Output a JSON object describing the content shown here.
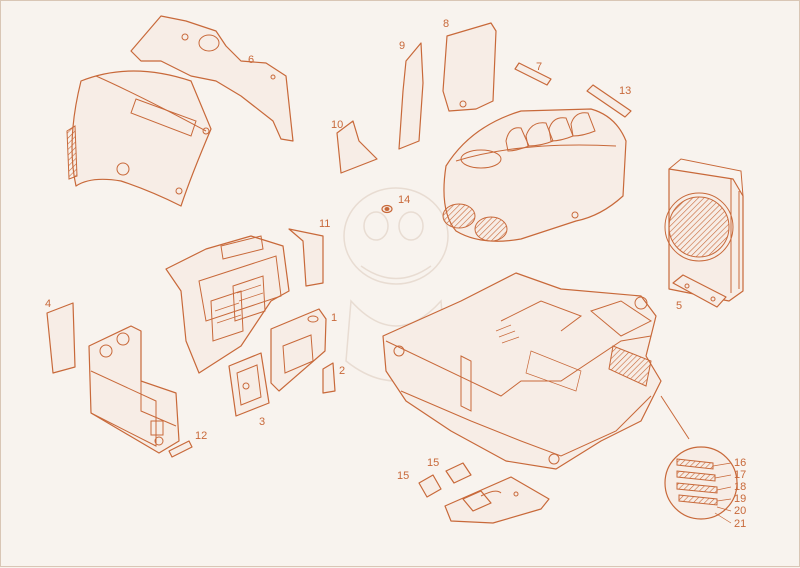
{
  "labels": {
    "p1": "1",
    "p2": "2",
    "p3": "3",
    "p4": "4",
    "p5": "5",
    "p6": "6",
    "p7": "7",
    "p8": "8",
    "p9": "9",
    "p10": "10",
    "p11": "11",
    "p12": "12",
    "p13": "13",
    "p14": "14",
    "p15a": "15",
    "p15b": "15",
    "p16": "16",
    "p17": "17",
    "p18": "18",
    "p19": "19",
    "p20": "20",
    "p21": "21"
  },
  "colors": {
    "line": "#c8693a",
    "background": "#f8f3ee",
    "fill": "#f7ede6"
  }
}
